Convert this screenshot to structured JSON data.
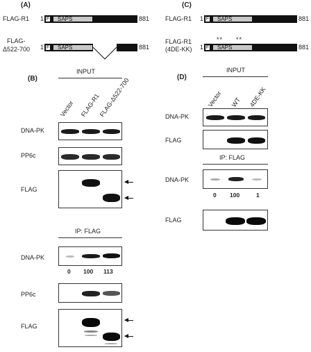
{
  "panelA": {
    "label": "(A)",
    "r1": {
      "name": "FLAG-R1",
      "start": "1",
      "f": "F",
      "domain": "SAPS",
      "end": "881"
    },
    "del": {
      "name_line1": "FLAG-",
      "name_line2": "Δ522-700",
      "start": "1",
      "f": "F",
      "domain": "SAPS",
      "end": "881"
    }
  },
  "panelC": {
    "label": "(C)",
    "r1": {
      "name": "FLAG-R1",
      "start": "1",
      "f": "F",
      "domain": "SAPS",
      "end": "881"
    },
    "mut": {
      "name_line1": "FLAG-R1",
      "name_line2": "(4DE-KK)",
      "start": "1",
      "f": "F",
      "domain": "SAPS",
      "end": "881",
      "stars_left": "**",
      "stars_right": "**"
    }
  },
  "panelB": {
    "label": "(B)",
    "input_header": "INPUT",
    "ip_header": "IP: FLAG",
    "lanes": [
      "Vector",
      "FLAG-R1",
      "FLAG-Δ522-700"
    ],
    "rows": [
      "DNA-PK",
      "PP6c",
      "FLAG"
    ],
    "ip_rows": [
      "DNA-PK",
      "PP6c",
      "FLAG"
    ],
    "quant": [
      "0",
      "100",
      "113"
    ]
  },
  "panelD": {
    "label": "(D)",
    "input_header": "INPUT",
    "ip_header": "IP: FLAG",
    "lanes": [
      "Vector",
      "WT",
      "4DE-KK"
    ],
    "rows": [
      "DNA-PK",
      "FLAG"
    ],
    "ip_rows": [
      "DNA-PK",
      "FLAG"
    ],
    "quant": [
      "0",
      "100",
      "1"
    ]
  }
}
